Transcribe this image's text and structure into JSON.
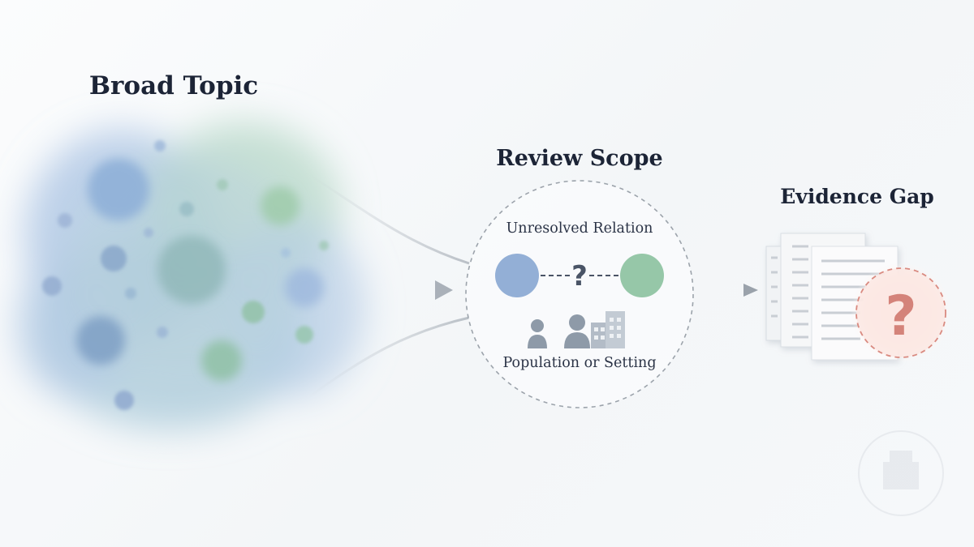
{
  "diagram": {
    "broad_topic": {
      "title": "Broad Topic",
      "icon": "blurred-bubble-cloud"
    },
    "review_scope": {
      "title": "Review Scope",
      "relation_label": "Unresolved Relation",
      "relation_symbol": "?",
      "population_label": "Population or Setting",
      "icons": [
        "people-icon",
        "building-icon"
      ]
    },
    "evidence_gap": {
      "title": "Evidence Gap",
      "question_symbol": "?",
      "icon": "document-stack-icon"
    },
    "colors": {
      "blue": "#8fb0d8",
      "green": "#92c4a6",
      "text": "#1c2436",
      "gap_red": "#d98a80",
      "arrow": "#a9b0b8"
    }
  }
}
